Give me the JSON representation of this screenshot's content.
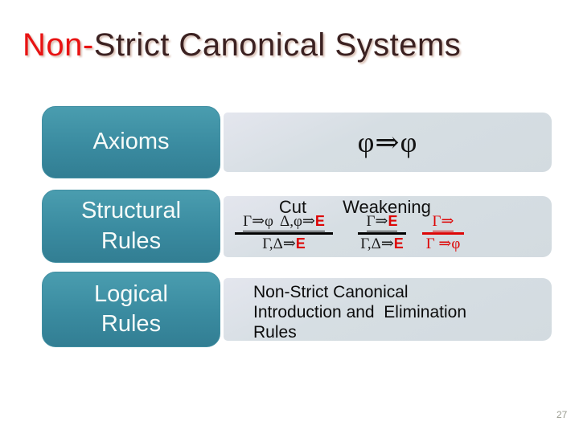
{
  "slide": {
    "title": {
      "red_part": "Non-",
      "dark_part": "Strict Canonical Systems"
    },
    "page_number": "27"
  },
  "colors": {
    "teal_box": "#3A8BA0",
    "content_box": "#D6DEE3",
    "title_red": "#E81313",
    "title_dark": "#3B2121",
    "rule_red": "#DD0505",
    "math_black": "#1C1C1C",
    "page_number_gray": "#9A9C90"
  },
  "rows": {
    "axioms": {
      "label": "Axioms",
      "formula": "φ⇒φ"
    },
    "structural": {
      "label": "Structural Rules",
      "cut": {
        "heading": "Cut",
        "numerator_left": "Γ⇒φ",
        "numerator_right": "Δ,φ⇒",
        "numerator_e": "E",
        "denominator": "Γ,Δ⇒",
        "denominator_e": "E"
      },
      "weakening": {
        "heading": "Weakening",
        "rule1": {
          "numerator": "Γ⇒",
          "numerator_e": "E",
          "denominator": "Γ,Δ⇒",
          "denominator_e": "E"
        },
        "rule2": {
          "numerator": "Γ⇒",
          "denominator": "Γ ⇒φ"
        }
      }
    },
    "logical": {
      "label": "Logical Rules",
      "lines": [
        "Non-Strict Canonical",
        "Introduction and  Elimination",
        "Rules"
      ]
    }
  }
}
